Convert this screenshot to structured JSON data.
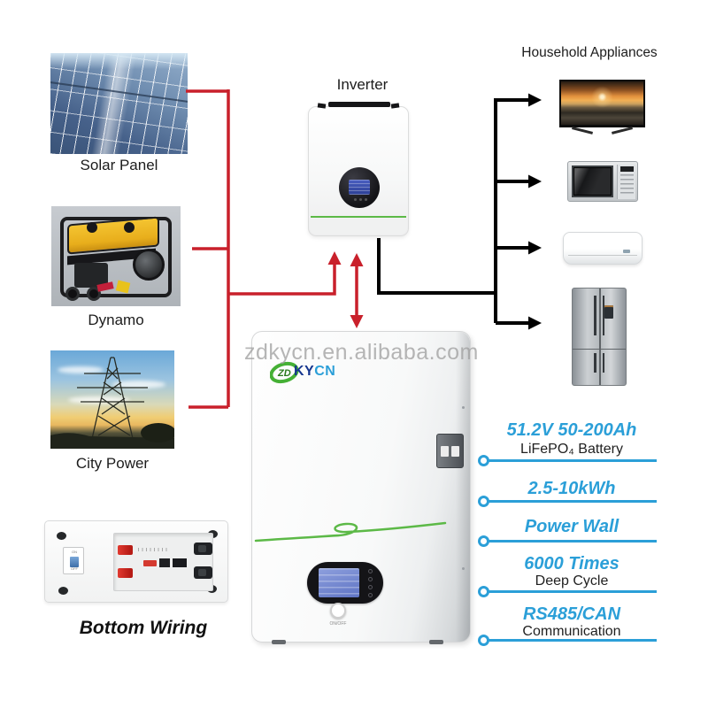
{
  "watermark": {
    "text": "zdkycn.en.alibaba.com"
  },
  "brand_logo": {
    "prefix": "ZD",
    "main": "KY",
    "suffix": "CN"
  },
  "sources": [
    {
      "label": "Solar Panel"
    },
    {
      "label": "Dynamo"
    },
    {
      "label": "City Power"
    }
  ],
  "inverter": {
    "label": "Inverter"
  },
  "appliances": {
    "title": "Household Appliances",
    "items": [
      "tv",
      "microwave",
      "air-conditioner",
      "refrigerator"
    ]
  },
  "bottom_wiring": {
    "label": "Bottom Wiring",
    "breaker_on": "ON",
    "breaker_off": "OFF"
  },
  "battery": {
    "power_button_label": "ON/OFF"
  },
  "specs": [
    {
      "value": "51.2V 50-200Ah",
      "label": "LiFePO₄ Battery"
    },
    {
      "value": "2.5-10kWh",
      "label": ""
    },
    {
      "value": "Power Wall",
      "label": ""
    },
    {
      "value": "6000 Times",
      "label": "Deep Cycle"
    },
    {
      "value": "RS485/CAN",
      "label": "Communication"
    }
  ],
  "colors": {
    "accent_blue": "#2b9fd8",
    "wire_red": "#c9202b",
    "wire_black": "#000000",
    "green_accent": "#5cb947",
    "logo_navy": "#16368f"
  }
}
